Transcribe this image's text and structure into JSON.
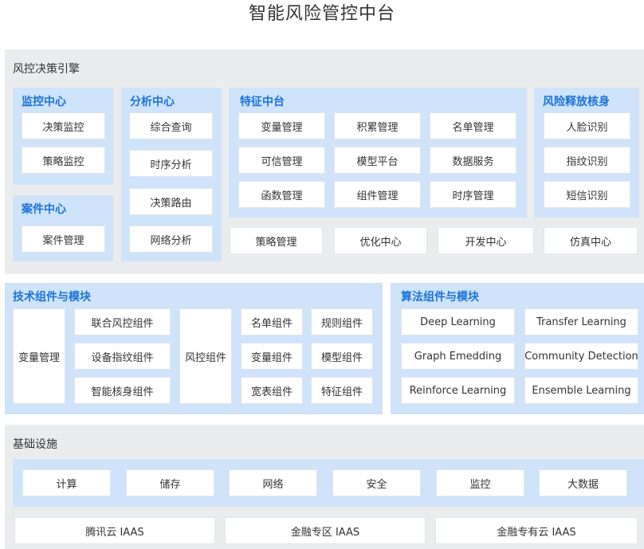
{
  "title": "智能风险管控中台",
  "engine": {
    "title": "风控决策引擎",
    "monitor": {
      "title": "监控中心",
      "items": [
        "决策监控",
        "策略监控"
      ]
    },
    "case": {
      "title": "案件中心",
      "items": [
        "案件管理"
      ]
    },
    "analysis": {
      "title": "分析中心",
      "items": [
        "综合查询",
        "时序分析",
        "决策路由",
        "网络分析"
      ]
    },
    "feature": {
      "title": "特征中台",
      "items": [
        "变量管理",
        "积累管理",
        "名单管理",
        "可信管理",
        "模型平台",
        "数据服务",
        "函数管理",
        "组件管理",
        "时序管理"
      ]
    },
    "release": {
      "title": "风险释放核身",
      "items": [
        "人脸识别",
        "指纹识别",
        "短信识别"
      ]
    },
    "bottom": [
      "策略管理",
      "优化中心",
      "开发中心",
      "仿真中心"
    ]
  },
  "tech": {
    "title": "技术组件与模块",
    "var_mgmt": "变量管理",
    "col1": [
      "联合风控组件",
      "设备指纹组件",
      "智能核身组件"
    ],
    "risk_comp": "风控组件",
    "grid": [
      "名单组件",
      "规则组件",
      "变量组件",
      "模型组件",
      "宽表组件",
      "特征组件"
    ]
  },
  "algo": {
    "title": "算法组件与模块",
    "items": [
      "Deep Learning",
      "Transfer Learning",
      "Graph Emedding",
      "Community Detection",
      "Reinforce Learning",
      "Ensemble Learning"
    ]
  },
  "infra": {
    "title": "基础设施",
    "items": [
      "计算",
      "储存",
      "网络",
      "安全",
      "监控",
      "大数据"
    ],
    "clouds": [
      "腾讯云 IAAS",
      "金融专区 IAAS",
      "金融专有云 IAAS"
    ]
  }
}
